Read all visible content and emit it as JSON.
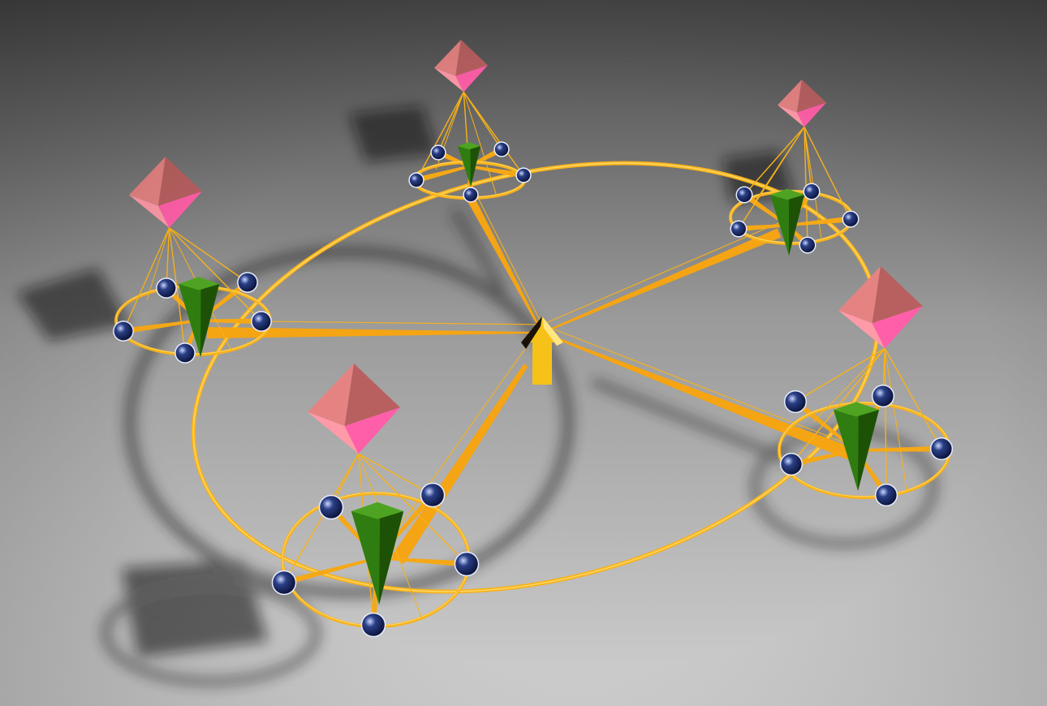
{
  "scene": {
    "description_free": true,
    "hub": {
      "shape": "arrow",
      "color": "#f6c21a",
      "dark": "#1a1208"
    },
    "ring_color": "#f8b21a",
    "ring_highlight": "#ffe27a",
    "spoke_color": "#f39c12",
    "node_color": "#0d1a4a",
    "node_highlight": "#c9d6ff",
    "cone_color": "#2f7d10",
    "cone_dark": "#1d5206",
    "octahedron_color": "#e58383",
    "octahedron_dark": "#b86060",
    "octahedron_pink": "#ff5fa8",
    "floor_top": "#4a4a4a",
    "floor_bottom": "#d0d0d0",
    "clusters": [
      {
        "name": "top"
      },
      {
        "name": "upper-right"
      },
      {
        "name": "right"
      },
      {
        "name": "bottom"
      },
      {
        "name": "left"
      }
    ]
  }
}
